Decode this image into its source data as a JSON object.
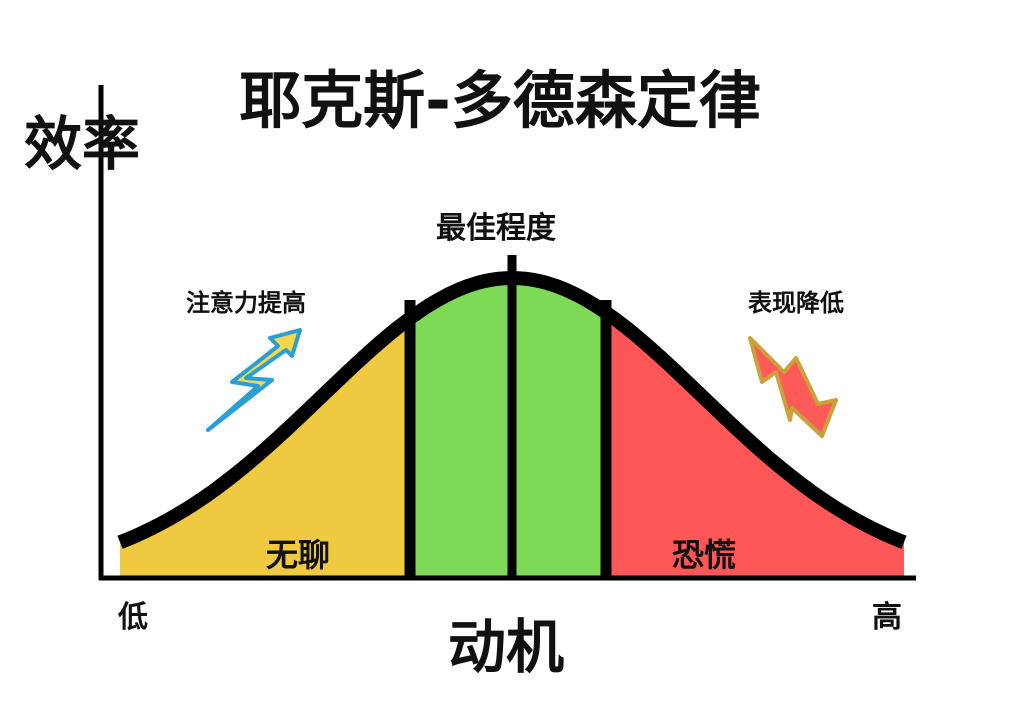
{
  "title": "耶克斯-多德森定律",
  "y_axis_label": "效率",
  "x_axis_label": "动机",
  "x_low": "低",
  "x_high": "高",
  "peak_label": "最佳程度",
  "left_note": "注意力提高",
  "right_note": "表现降低",
  "zones": [
    {
      "label": "无聊",
      "color": "#EFC93F"
    },
    {
      "label": "",
      "color": "#7ED957"
    },
    {
      "label": "恐慌",
      "color": "#FF5757"
    }
  ],
  "colors": {
    "curve": "#000000",
    "arrow_up": "#F7D64A",
    "arrow_up_edge": "#2A9FD6",
    "arrow_down": "#FF5A5A",
    "arrow_down_edge": "#C9A23A"
  }
}
